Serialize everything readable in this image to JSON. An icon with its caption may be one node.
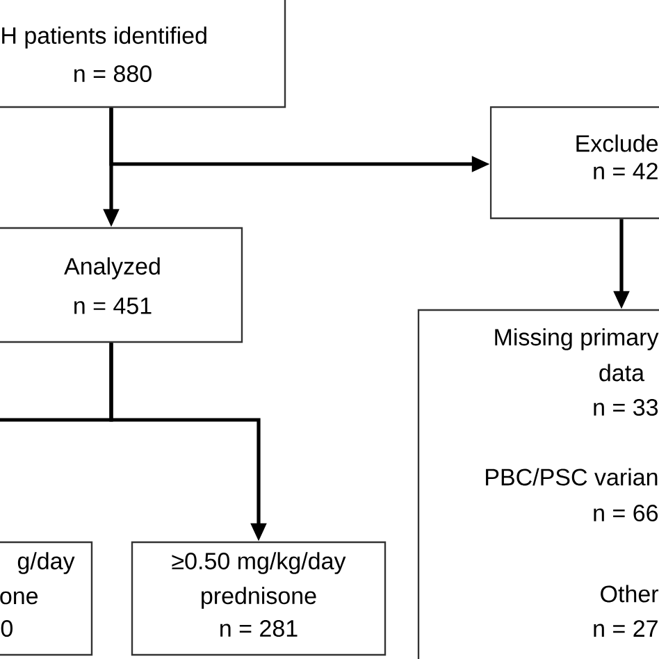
{
  "diagram": {
    "nodes": [
      {
        "text": [
          "H patients identified",
          "n = 880"
        ]
      },
      {
        "text": [
          "Exclude",
          "n = 42"
        ]
      },
      {
        "text": [
          "Analyzed",
          "n = 451"
        ]
      },
      {
        "text": [
          "Missing primary",
          "data",
          "n = 33",
          "PBC/PSC varian",
          "n = 66",
          "Other",
          "n = 27"
        ]
      },
      {
        "text": [
          "g/day",
          "one",
          "0"
        ]
      },
      {
        "text": [
          "≥0.50 mg/kg/day",
          "prednisone",
          "n = 281"
        ]
      }
    ],
    "edges": [
      {
        "from": 0,
        "to": 2,
        "arrow": "to"
      },
      {
        "from": 0,
        "to": 1,
        "arrow": "to"
      },
      {
        "from": 1,
        "to": 3,
        "arrow": "to"
      },
      {
        "from": 2,
        "to": 4,
        "arrow": "none"
      },
      {
        "from": 2,
        "to": 5,
        "arrow": "to"
      }
    ]
  }
}
